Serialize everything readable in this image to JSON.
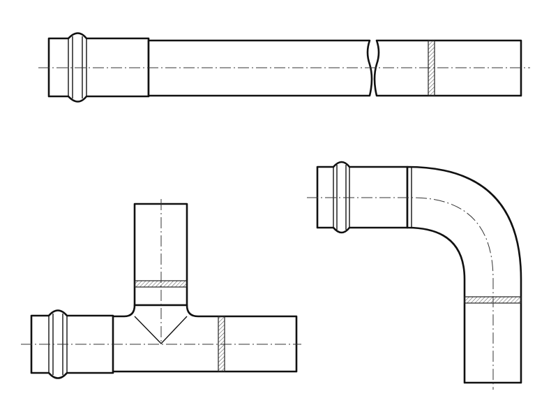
{
  "drawing": {
    "components": [
      {
        "id": "straight-pipe",
        "type": "straight pipe with press-fit socket end and circumferential weld seam"
      },
      {
        "id": "tee",
        "type": "equal tee with press-fit socket end and weld seams"
      },
      {
        "id": "elbow",
        "type": "90° elbow with press-fit socket end and weld seam"
      }
    ],
    "colors": {
      "line": "#111111",
      "background": "#ffffff",
      "weld_hatch": "#444444"
    }
  }
}
